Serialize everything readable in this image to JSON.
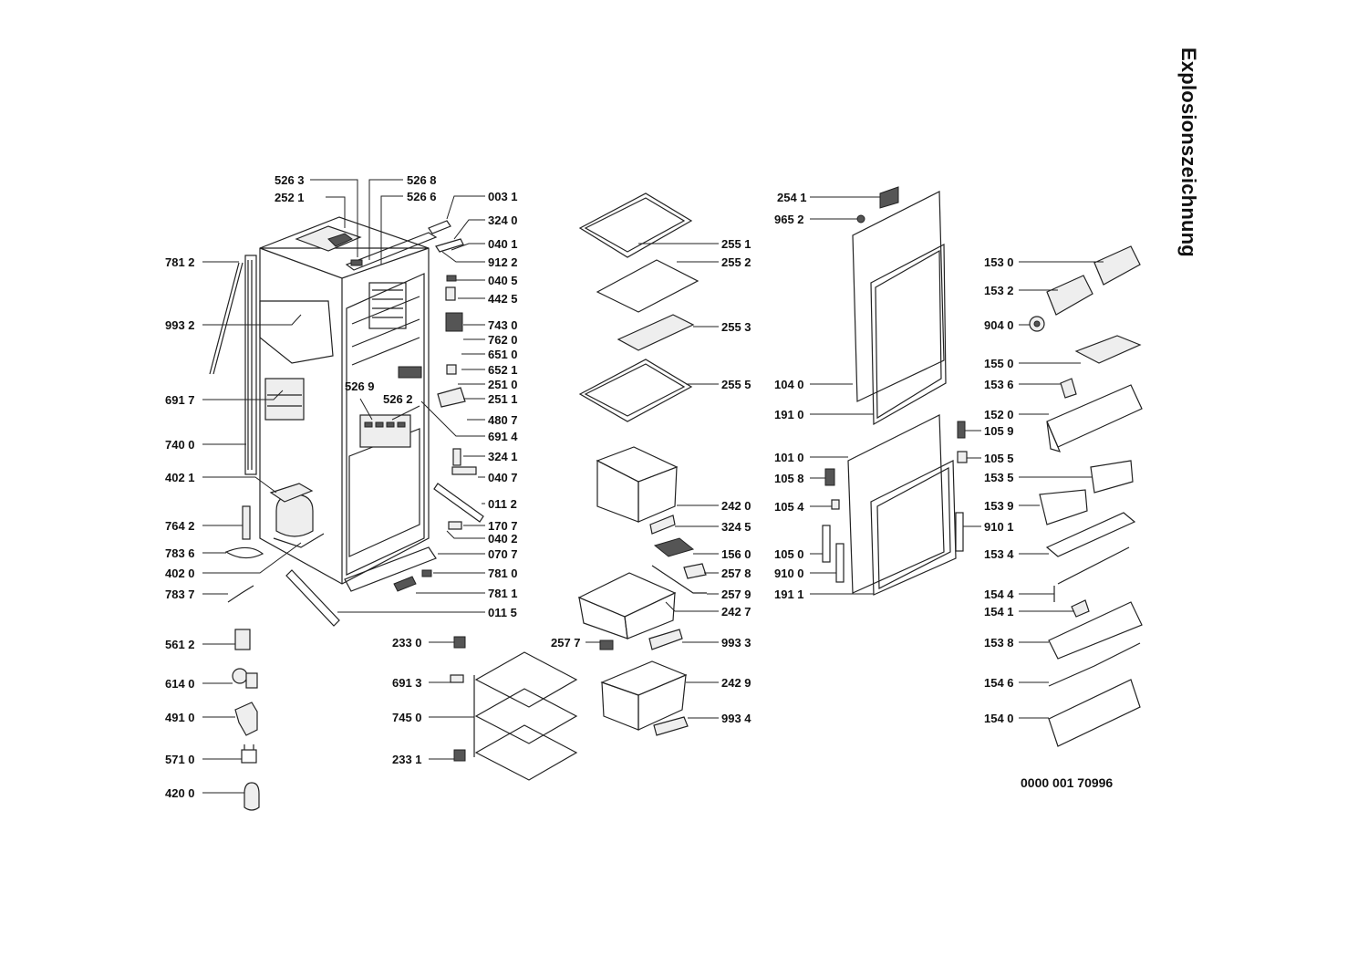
{
  "title": "Explosionszeichnung",
  "document_number": "0000 001 70996",
  "callouts": [
    {
      "label": "526 3"
    },
    {
      "label": "252 1"
    },
    {
      "label": "526 8"
    },
    {
      "label": "526 6"
    },
    {
      "label": "003 1"
    },
    {
      "label": "324 0"
    },
    {
      "label": "040 1"
    },
    {
      "label": "912 2"
    },
    {
      "label": "040 5"
    },
    {
      "label": "442 5"
    },
    {
      "label": "743 0"
    },
    {
      "label": "762 0"
    },
    {
      "label": "651 0"
    },
    {
      "label": "652 1"
    },
    {
      "label": "251 0"
    },
    {
      "label": "251 1"
    },
    {
      "label": "480 7"
    },
    {
      "label": "691 4"
    },
    {
      "label": "526 9"
    },
    {
      "label": "526 2"
    },
    {
      "label": "324 1"
    },
    {
      "label": "040 7"
    },
    {
      "label": "011 2"
    },
    {
      "label": "170 7"
    },
    {
      "label": "040 2"
    },
    {
      "label": "070 7"
    },
    {
      "label": "781 0"
    },
    {
      "label": "781 1"
    },
    {
      "label": "011 5"
    },
    {
      "label": "781 2"
    },
    {
      "label": "993 2"
    },
    {
      "label": "691 7"
    },
    {
      "label": "740 0"
    },
    {
      "label": "402 1"
    },
    {
      "label": "764 2"
    },
    {
      "label": "783 6"
    },
    {
      "label": "402 0"
    },
    {
      "label": "783 7"
    },
    {
      "label": "561 2"
    },
    {
      "label": "614 0"
    },
    {
      "label": "491 0"
    },
    {
      "label": "571 0"
    },
    {
      "label": "420 0"
    },
    {
      "label": "233 0"
    },
    {
      "label": "691 3"
    },
    {
      "label": "745 0"
    },
    {
      "label": "233 1"
    },
    {
      "label": "255 1"
    },
    {
      "label": "255 2"
    },
    {
      "label": "255 3"
    },
    {
      "label": "255 5"
    },
    {
      "label": "242 0"
    },
    {
      "label": "324 5"
    },
    {
      "label": "156 0"
    },
    {
      "label": "257 8"
    },
    {
      "label": "257 9"
    },
    {
      "label": "242 7"
    },
    {
      "label": "257 7"
    },
    {
      "label": "993 3"
    },
    {
      "label": "242 9"
    },
    {
      "label": "993 4"
    },
    {
      "label": "254 1"
    },
    {
      "label": "965 2"
    },
    {
      "label": "104 0"
    },
    {
      "label": "191 0"
    },
    {
      "label": "101 0"
    },
    {
      "label": "105 8"
    },
    {
      "label": "105 4"
    },
    {
      "label": "105 0"
    },
    {
      "label": "910 0"
    },
    {
      "label": "191 1"
    },
    {
      "label": "105 9"
    },
    {
      "label": "105 5"
    },
    {
      "label": "910 1"
    },
    {
      "label": "153 0"
    },
    {
      "label": "153 2"
    },
    {
      "label": "904 0"
    },
    {
      "label": "155 0"
    },
    {
      "label": "153 6"
    },
    {
      "label": "152 0"
    },
    {
      "label": "153 5"
    },
    {
      "label": "153 9"
    },
    {
      "label": "153 4"
    },
    {
      "label": "154 4"
    },
    {
      "label": "154 1"
    },
    {
      "label": "153 8"
    },
    {
      "label": "154 6"
    },
    {
      "label": "154 0"
    }
  ]
}
